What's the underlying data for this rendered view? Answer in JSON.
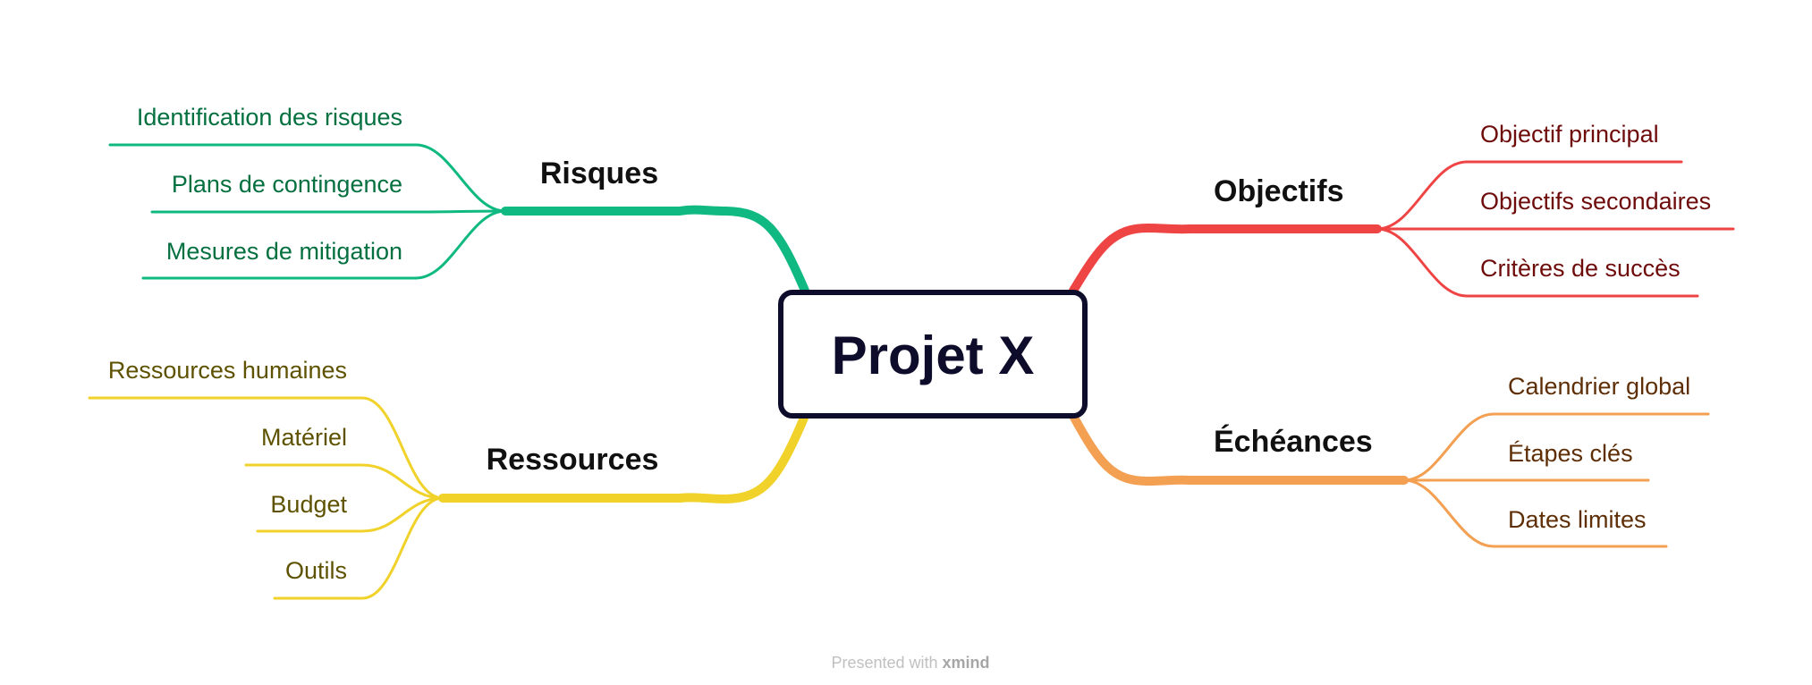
{
  "central": {
    "label": "Projet X",
    "color": "#0d0d2b"
  },
  "branches": [
    {
      "id": "risques",
      "label": "Risques",
      "color": "#10b981",
      "text_color": "#047040",
      "children": [
        "Identification des risques",
        "Plans de contingence",
        "Mesures de mitigation"
      ]
    },
    {
      "id": "ressources",
      "label": "Ressources",
      "color": "#f0d22a",
      "text_color": "#5e5200",
      "children": [
        "Ressources humaines",
        "Matériel",
        "Budget",
        "Outils"
      ]
    },
    {
      "id": "objectifs",
      "label": "Objectifs",
      "color": "#ef4444",
      "text_color": "#6e0b0b",
      "children": [
        "Objectif principal",
        "Objectifs secondaires",
        "Critères de succès"
      ]
    },
    {
      "id": "echeances",
      "label": "Échéances",
      "color": "#f4a052",
      "text_color": "#5e2e06",
      "children": [
        "Calendrier global",
        "Étapes clés",
        "Dates limites"
      ]
    }
  ],
  "footer": {
    "prefix": "Presented with",
    "brand": "xmind"
  }
}
